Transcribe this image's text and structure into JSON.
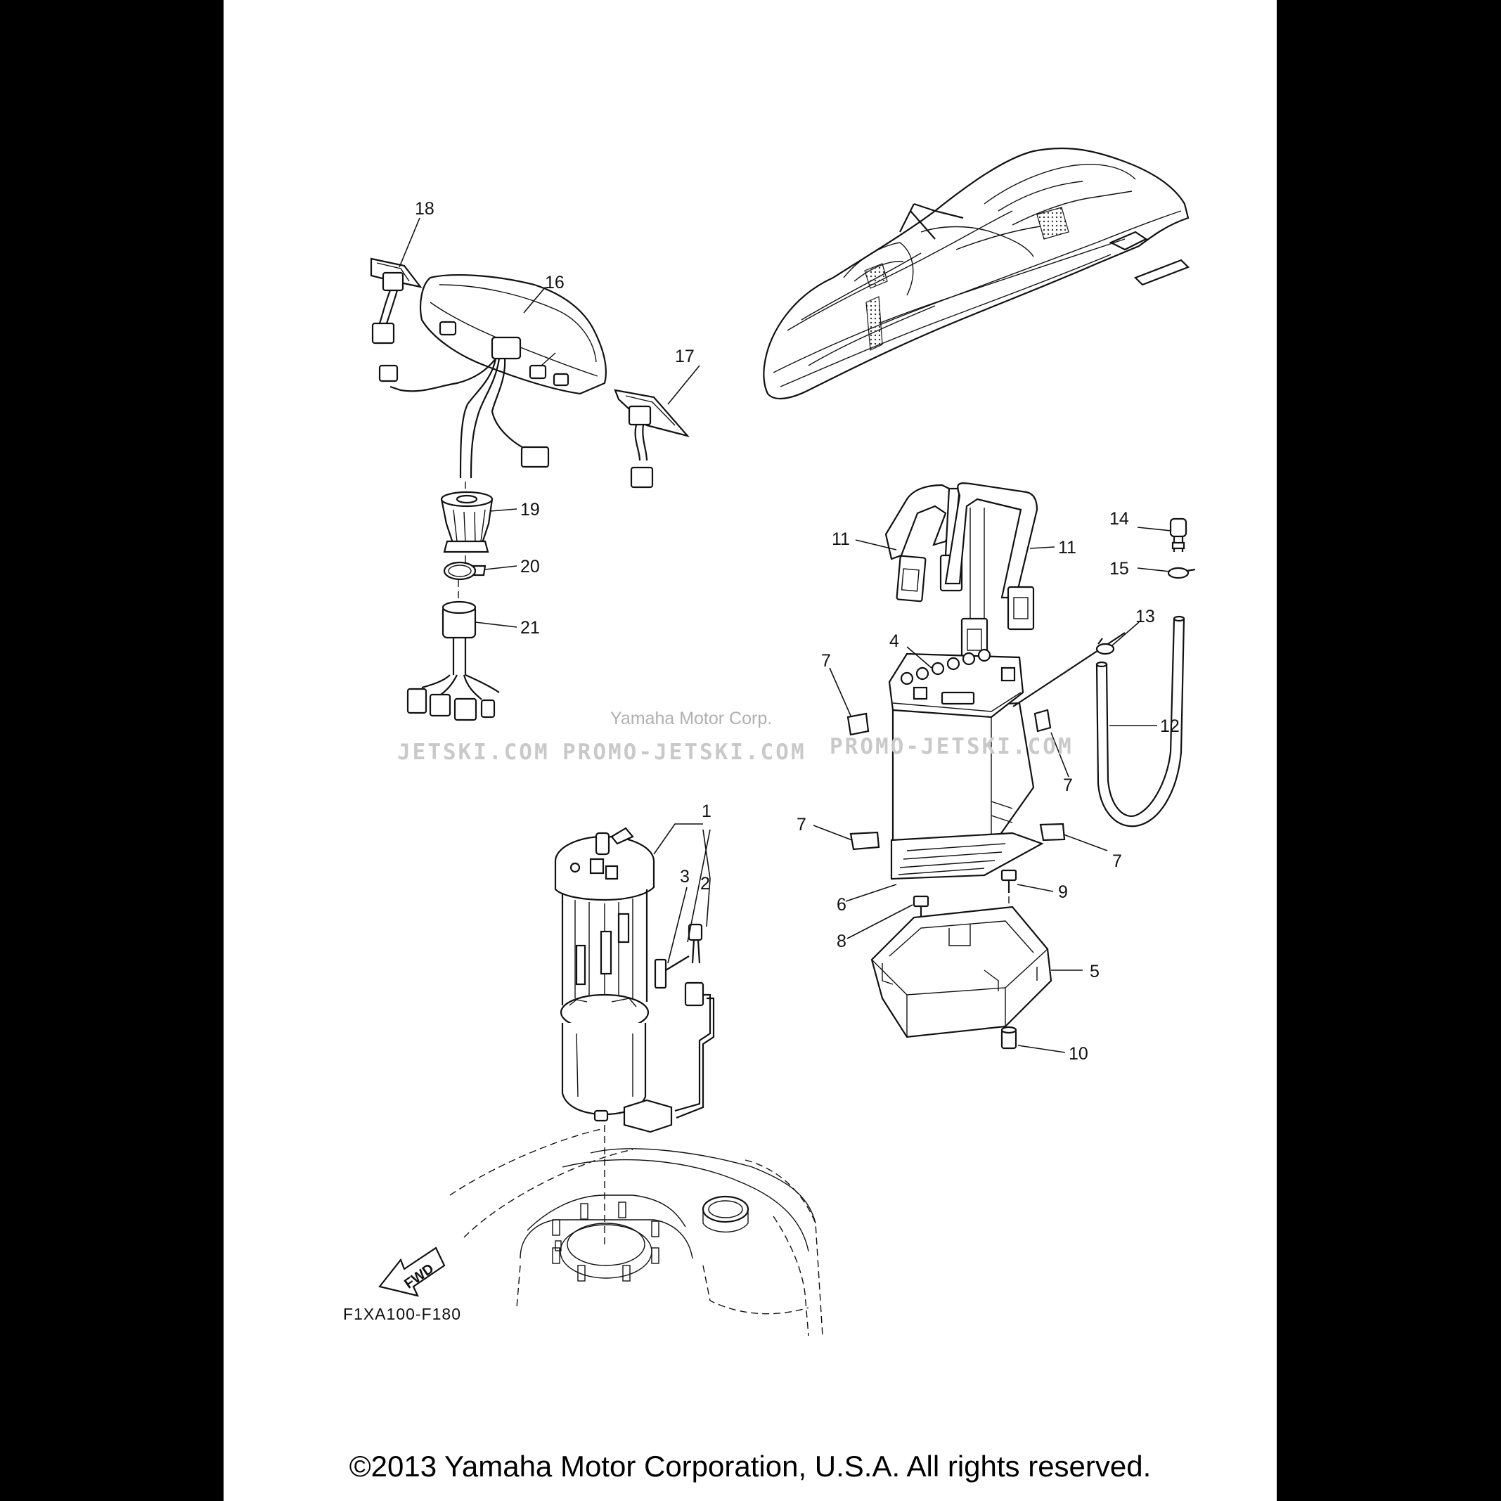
{
  "diagram": {
    "drawing_code": "F1XA100-F180",
    "fwd_label": "FWD",
    "copyright": "©2013 Yamaha Motor Corporation, U.S.A. All rights reserved.",
    "watermarks": [
      "JETSKI.COM",
      "PROMO-JETSKI.COM",
      "Yamaha Motor Corp.",
      "PROMO-JETSKI.COM"
    ],
    "callouts": {
      "c1": "1",
      "c2": "2",
      "c3": "3",
      "c4": "4",
      "c5": "5",
      "c6": "6",
      "c7a": "7",
      "c7b": "7",
      "c7c": "7",
      "c7d": "7",
      "c8": "8",
      "c9": "9",
      "c10": "10",
      "c11a": "11",
      "c11b": "11",
      "c12": "12",
      "c13": "13",
      "c14": "14",
      "c15": "15",
      "c16": "16",
      "c17": "17",
      "c18": "18",
      "c19": "19",
      "c20": "20",
      "c21": "21"
    }
  }
}
